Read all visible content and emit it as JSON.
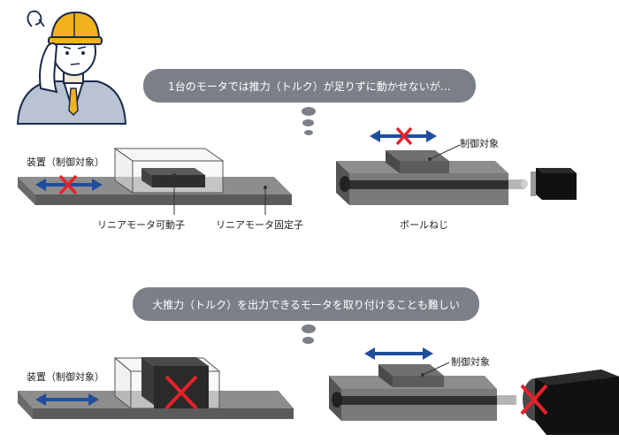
{
  "top": {
    "bubble_text": "1台のモータでは推力（トルク）が足りずに動かせないが…",
    "left_label_device": "装置（制御対象）",
    "label_mover": "リニアモータ可動子",
    "label_stator": "リニアモータ固定子",
    "right_label_target": "制御対象",
    "label_ballscrew": "ボールねじ"
  },
  "bottom": {
    "bubble_text": "大推力（トルク）を出力できるモータを取り付けることも難しい",
    "left_label_device": "装置（制御対象）",
    "right_label_target": "制御対象"
  },
  "colors": {
    "bubble_gray": "#7b8088",
    "arrow_blue": "#1f4e9c",
    "cross_red": "#e8212a",
    "rail_top": "#8d8d8d",
    "rail_front": "#5b5b5b",
    "block_dark": "#3a3a3a"
  }
}
